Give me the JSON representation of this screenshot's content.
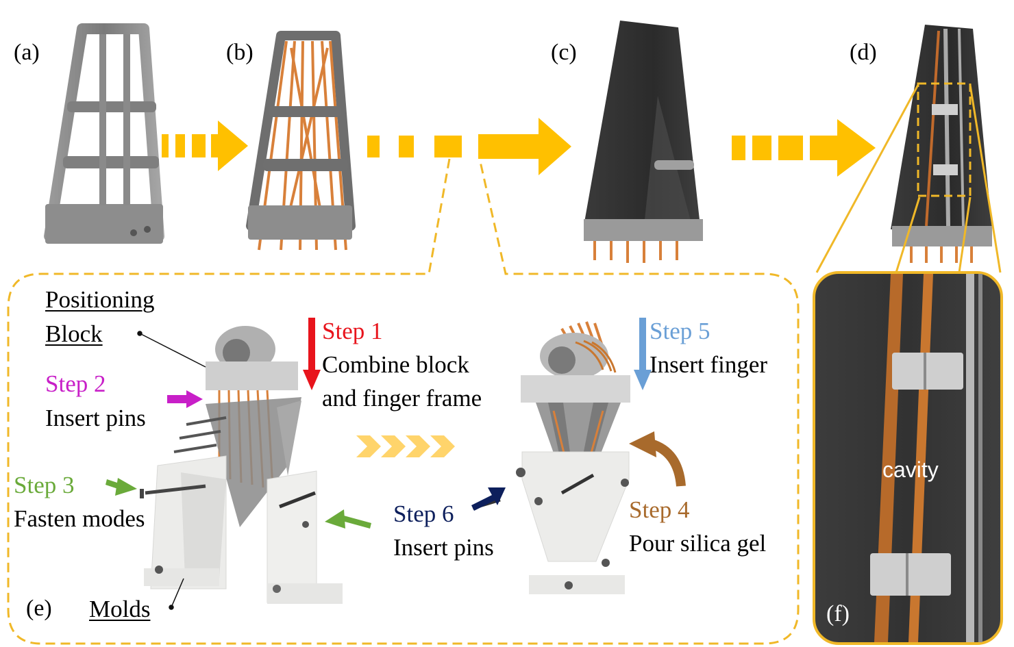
{
  "panels": {
    "a": "(a)",
    "b": "(b)",
    "c": "(c)",
    "d": "(d)",
    "e": "(e)",
    "f": "(f)"
  },
  "labels": {
    "positioning_block_line1": "Positioning",
    "positioning_block_line2": "Block",
    "molds": "Molds",
    "cavity": "cavity"
  },
  "steps": [
    {
      "title": "Step 1",
      "desc": [
        "Combine block",
        "and finger frame"
      ],
      "color": "#e8141c"
    },
    {
      "title": "Step 2",
      "desc": [
        "Insert pins"
      ],
      "color": "#c81fc8"
    },
    {
      "title": "Step 3",
      "desc": [
        "Fasten modes"
      ],
      "color": "#6aaa3a"
    },
    {
      "title": "Step 4",
      "desc": [
        "Pour silica gel"
      ],
      "color": "#a86a2c"
    },
    {
      "title": "Step 5",
      "desc": [
        "Insert finger"
      ],
      "color": "#6a9fd6"
    },
    {
      "title": "Step 6",
      "desc": [
        "Insert pins"
      ],
      "color": "#0d1f5c"
    }
  ],
  "colors": {
    "flow_arrow": "#ffc000",
    "dashed_outline": "#f0b828",
    "frame_gray": "#8c8c8c",
    "copper": "#d8803a",
    "silicone_dark": "#2f2f2f",
    "mold_white": "#e8e8e6"
  }
}
